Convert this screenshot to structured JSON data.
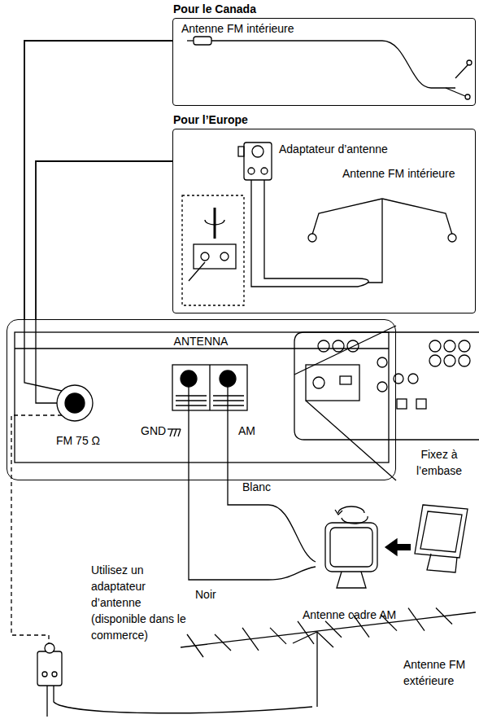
{
  "diagram": {
    "nodes": [
      {
        "text": [
          "Pour le Canada",
          "Antenne FM intérieure"
        ]
      },
      {
        "text": [
          "Pour l’Europe",
          "Adaptateur d’antenne",
          "Antenne FM intérieure"
        ]
      },
      {
        "text": [
          "ANTENNA",
          "FM 75 Ω",
          "GND",
          "AM"
        ]
      }
    ],
    "edges": [
      {
        "from": 0,
        "to": 2,
        "arrow": "none"
      },
      {
        "from": 1,
        "to": 2,
        "arrow": "none"
      }
    ],
    "labels": [
      "Blanc",
      "Noir",
      "Fixez à l’embase",
      "Antenne cadre AM",
      "Utilisez un adaptateur d’antenne (disponible dans le commerce)",
      "Antenne FM extérieure"
    ]
  }
}
